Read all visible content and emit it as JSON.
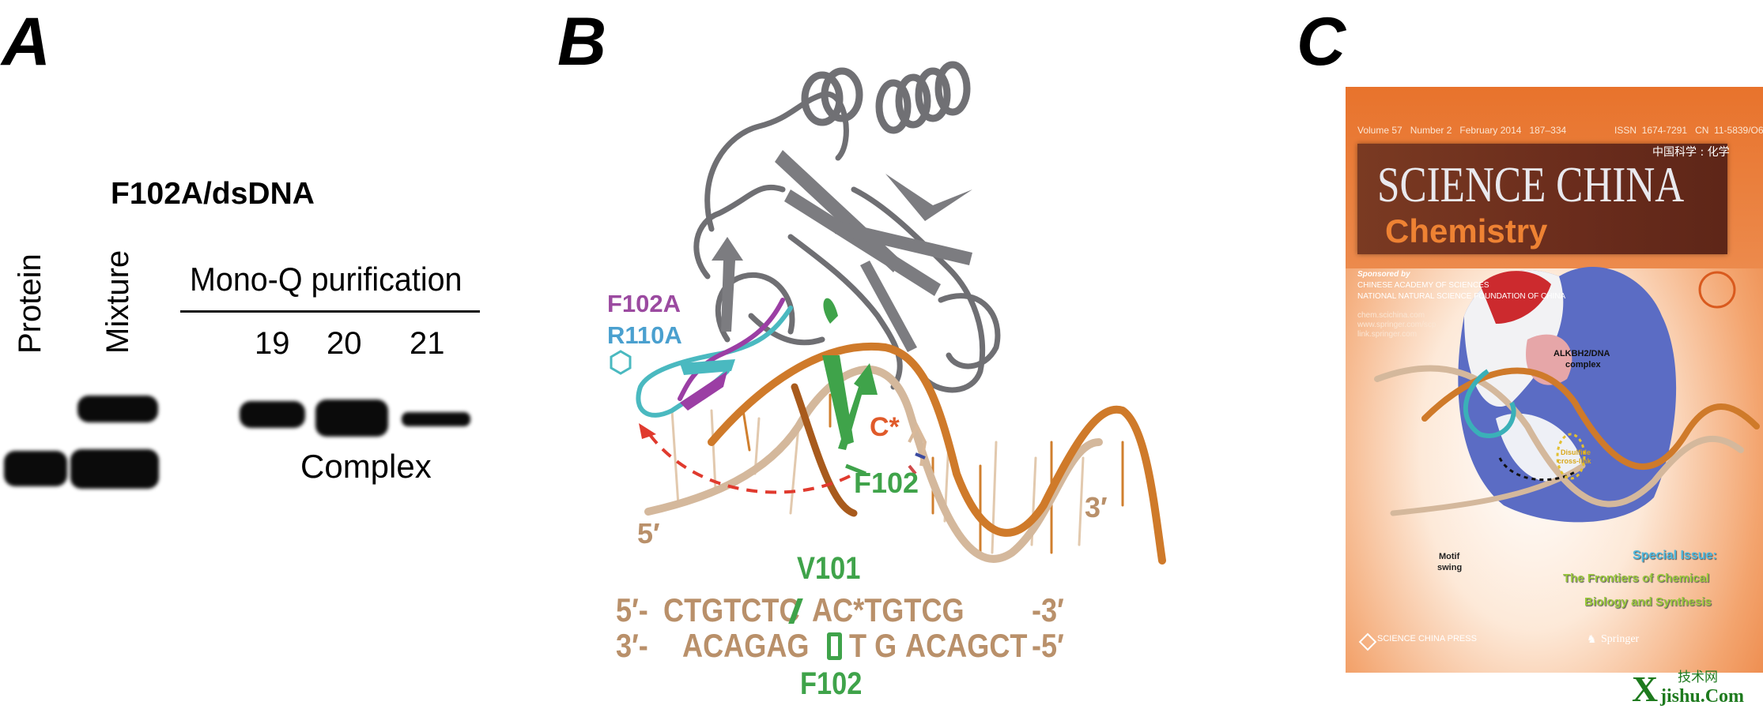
{
  "panel_a": {
    "label": "A",
    "title": "F102A/dsDNA",
    "lanes": [
      "Protein",
      "Mixture"
    ],
    "group_label": "Mono-Q purification",
    "fractions": [
      "19",
      "20",
      "21"
    ],
    "complex_label": "Complex"
  },
  "panel_b": {
    "label": "B",
    "mutant_1": "F102A",
    "mutant_2": "R110A",
    "c_star": "C*",
    "f102_structure": "F102",
    "five_prime": "5′",
    "three_prime": "3′",
    "v101": "V101",
    "seq_top": {
      "start": "5′-",
      "left": "CTGTCTC",
      "right": "AC*TGTCG",
      "end": "-3′"
    },
    "seq_bottom": {
      "start": "3′-",
      "left": "ACAGAG",
      "mid": "T G",
      "right": "ACAGCT",
      "end": "-5′"
    },
    "f102_seq": "F102"
  },
  "panel_c": {
    "label": "C",
    "volume_line": "Volume 57   Number 2   February 2014   187–334",
    "issn_line": "ISSN  1674-7291   CN  11-5839/O6",
    "chinese_title": "中国科学 : 化学",
    "journal": "SCIENCE CHINA",
    "subject": "Chemistry",
    "sponsored_by": "Sponsored by",
    "sponsor_1": "CHINESE ACADEMY OF SCIENCES",
    "sponsor_2": "NATIONAL NATURAL SCIENCE FOUNDATION OF CHINA",
    "links": [
      "chem.scichina.com",
      "www.springer.com/scp",
      "link.springer.com"
    ],
    "complex_label_1": "ALKBH2/DNA",
    "complex_label_2": "complex",
    "disulfide_1": "Disulfide",
    "disulfide_2": "cross-link",
    "motif_1": "Motif",
    "motif_2": "swing",
    "special_issue": "Special Issue:",
    "special_title_1": "The Frontiers of Chemical",
    "special_title_2": "Biology and Synthesis",
    "publisher_1": "SCIENCE CHINA PRESS",
    "publisher_2": "Springer"
  },
  "watermark": {
    "chinese": "技术网",
    "brand": "X",
    "domain": "jishu.Com"
  },
  "colors": {
    "magenta": "#9b4aa0",
    "cyan": "#4aa0cf",
    "green": "#3fa34a",
    "red": "#e05a2a",
    "tan": "#b9906a",
    "orange_cover": "#e8732c"
  }
}
